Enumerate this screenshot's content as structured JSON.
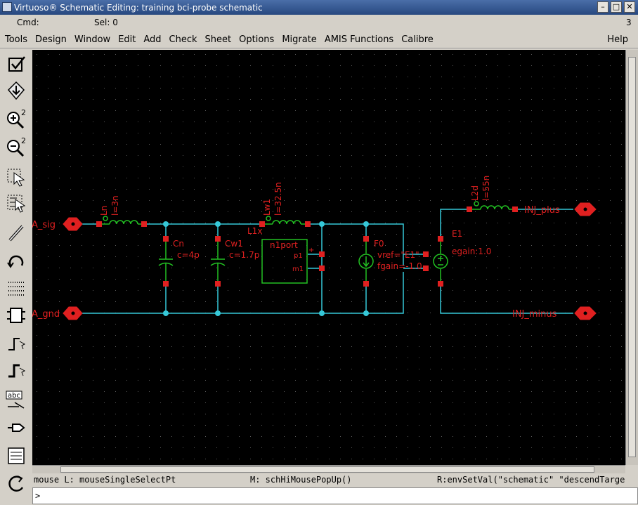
{
  "window": {
    "title": "Virtuoso® Schematic Editing: training bci-probe schematic"
  },
  "status": {
    "cmd": "Cmd:",
    "sel": "Sel: 0",
    "count": "3"
  },
  "menu": {
    "items": [
      "Tools",
      "Design",
      "Window",
      "Edit",
      "Add",
      "Check",
      "Sheet",
      "Options",
      "Migrate",
      "AMIS Functions",
      "Calibre"
    ],
    "help": "Help"
  },
  "toolbar": {
    "zoom_in_label": "2",
    "zoom_out_label": "2",
    "label_tool": "abc"
  },
  "schematic": {
    "pins": {
      "sig": "A_sig",
      "gnd": "A_gnd",
      "plus": "INJ_plus",
      "minus": "INJ_minus"
    },
    "ln": {
      "name": "Ln",
      "value": "l=3n"
    },
    "cn": {
      "name": "Cn",
      "value": "c=4p"
    },
    "cw1": {
      "name": "Cw1",
      "value": "c=1.7p"
    },
    "lw1": {
      "name": "Lw1",
      "value": "l=32.5n"
    },
    "l1x": "L1x",
    "port": {
      "name": "n1port",
      "p1": "p1",
      "m1": "m1",
      "plus": "+"
    },
    "f0": {
      "name": "F0",
      "vref": "vref=\"E1\"",
      "fgain": "fgain=-1.0"
    },
    "e1": {
      "name": "E1",
      "gain": "egain:1.0"
    },
    "l2d": {
      "name": "L2d",
      "value": "l=55n"
    }
  },
  "mouse": {
    "left": "mouse L: mouseSingleSelectPt",
    "middle": "M: schHiMousePopUp()",
    "right": "R:envSetVal(\"schematic\" \"descendTarge"
  },
  "cmdline": {
    "prompt": ">"
  },
  "colors": {
    "wire": "#36c8d8",
    "component": "#e02020",
    "background": "#000000",
    "inductor": "#22c022"
  }
}
